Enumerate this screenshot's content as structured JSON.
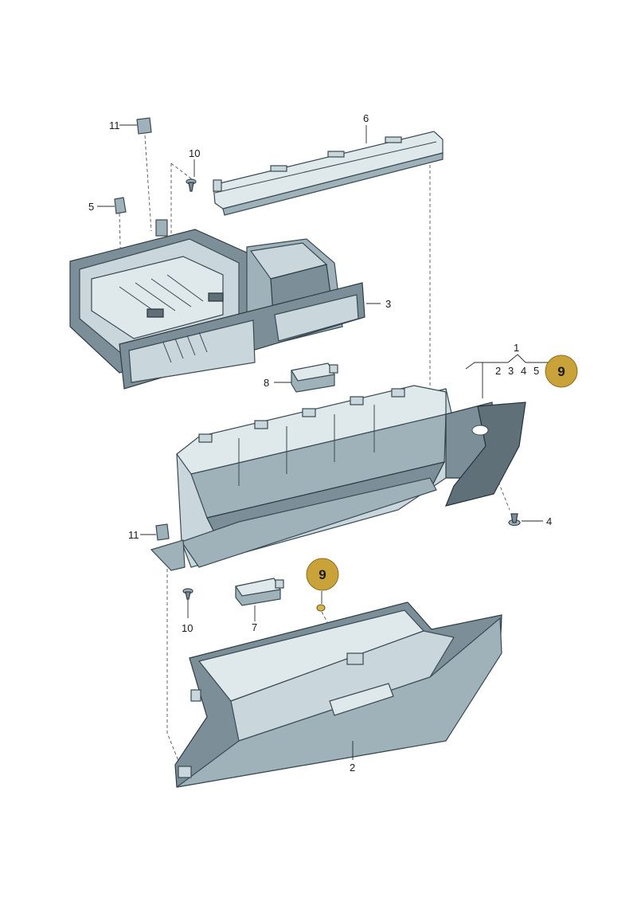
{
  "callouts": {
    "c1": "1",
    "c2": "2",
    "c3": "3",
    "c4": "4",
    "c5": "5",
    "c6": "6",
    "c7": "7",
    "c8": "8",
    "c10_top": "10",
    "c10_bottom": "10",
    "c11_top": "11",
    "c11_bottom": "11",
    "group_2": "2",
    "group_3": "3",
    "group_4": "4",
    "group_5": "5"
  },
  "badges": {
    "top_right": "9",
    "middle": "9",
    "color": "#c9a23a"
  },
  "colors": {
    "part_light": "#c9d7dc",
    "part_mid": "#9fb2ba",
    "part_dark": "#7c8f98",
    "outline": "#3a4a52"
  }
}
